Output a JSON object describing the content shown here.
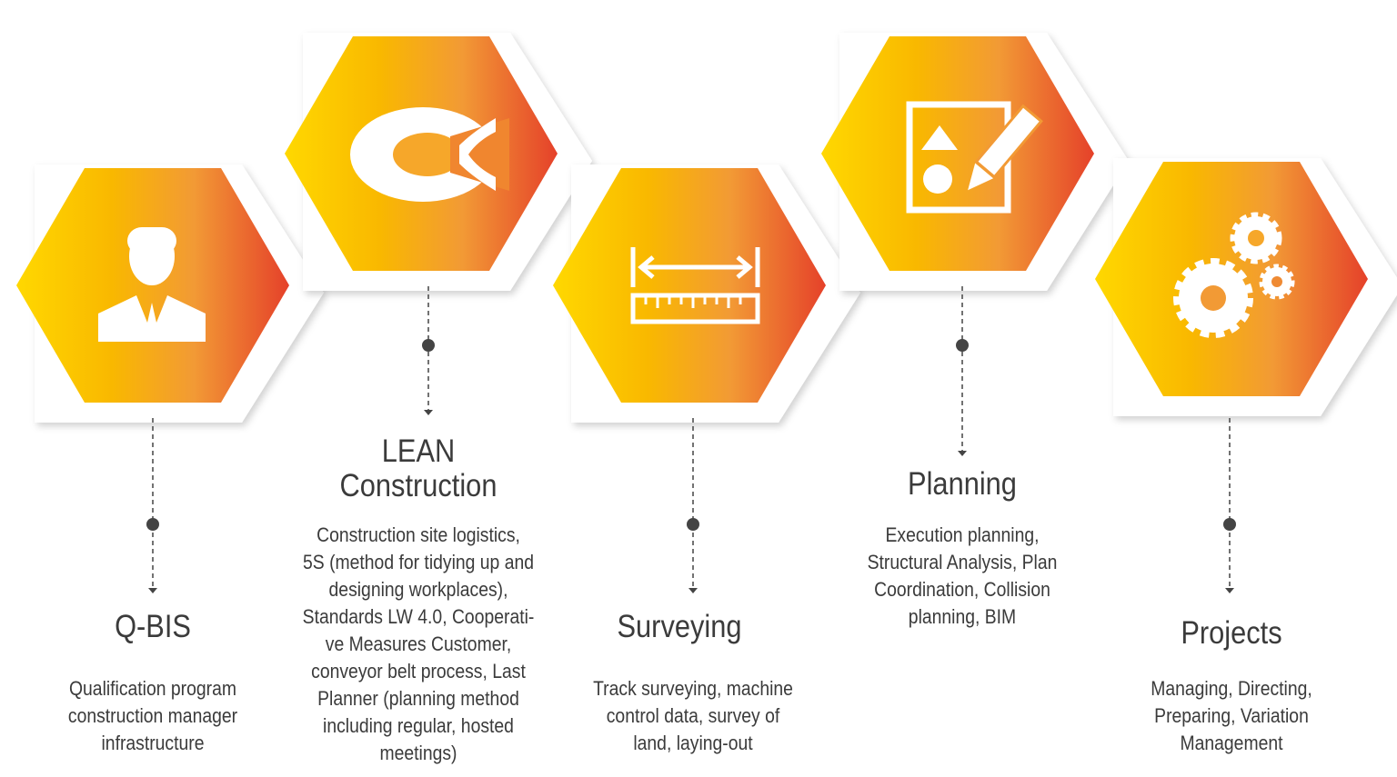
{
  "colors": {
    "gradient_start": "#FFD800",
    "gradient_mid": "#F6A72A",
    "gradient_end": "#E5412A",
    "text": "#3b3b3b",
    "connector": "#444444"
  },
  "items": [
    {
      "icon": "person-icon",
      "title_lines": [
        "Q-BIS"
      ],
      "description_lines": [
        "Qualification program",
        "construction manager",
        "infrastructure"
      ]
    },
    {
      "icon": "lean-c-icon",
      "title_lines": [
        "LEAN",
        "Construction"
      ],
      "description_lines": [
        "Construction site logistics,",
        "5S (method for tidying up and",
        "designing workplaces),",
        "Standards LW 4.0, Cooperati-",
        "ve Measures Customer,",
        "conveyor belt process, Last",
        "Planner (planning method",
        "including regular, hosted",
        "meetings)"
      ]
    },
    {
      "icon": "ruler-measure-icon",
      "title_lines": [
        "Surveying"
      ],
      "description_lines": [
        "Track surveying, machine",
        "control data, survey of",
        "land, laying-out"
      ]
    },
    {
      "icon": "design-pencil-icon",
      "title_lines": [
        "Planning"
      ],
      "description_lines": [
        "Execution planning,",
        "Structural Analysis, Plan",
        "Coordination, Collision",
        "planning, BIM"
      ]
    },
    {
      "icon": "gears-icon",
      "title_lines": [
        "Projects"
      ],
      "description_lines": [
        "Managing, Directing,",
        "Preparing, Variation",
        "Management"
      ]
    }
  ]
}
